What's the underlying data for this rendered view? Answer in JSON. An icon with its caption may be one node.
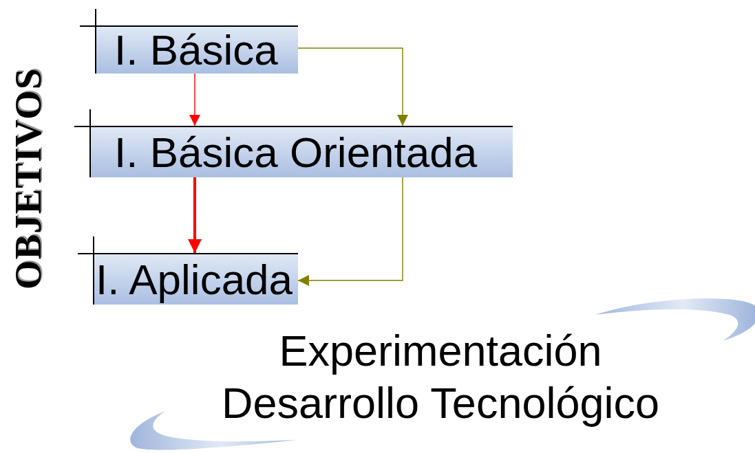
{
  "diagram": {
    "nodes": [
      {
        "text": [
          "I. Básica"
        ]
      },
      {
        "text": [
          "I. Básica Orientada"
        ]
      },
      {
        "text": [
          "I. Aplicada"
        ]
      }
    ],
    "edges": [
      {
        "from": 0,
        "to": 1,
        "arrow": "to",
        "color": "#ff0000"
      },
      {
        "from": 0,
        "to": 1,
        "arrow": "to",
        "color": "#808000"
      },
      {
        "from": 1,
        "to": 2,
        "arrow": "to",
        "color": "#ff0000",
        "style": "thick"
      },
      {
        "from": 1,
        "to": 2,
        "arrow": "to",
        "color": "#808000"
      }
    ],
    "labels": [
      "OBJETIVOS",
      "Experimentación Desarrollo Tecnológico"
    ]
  }
}
